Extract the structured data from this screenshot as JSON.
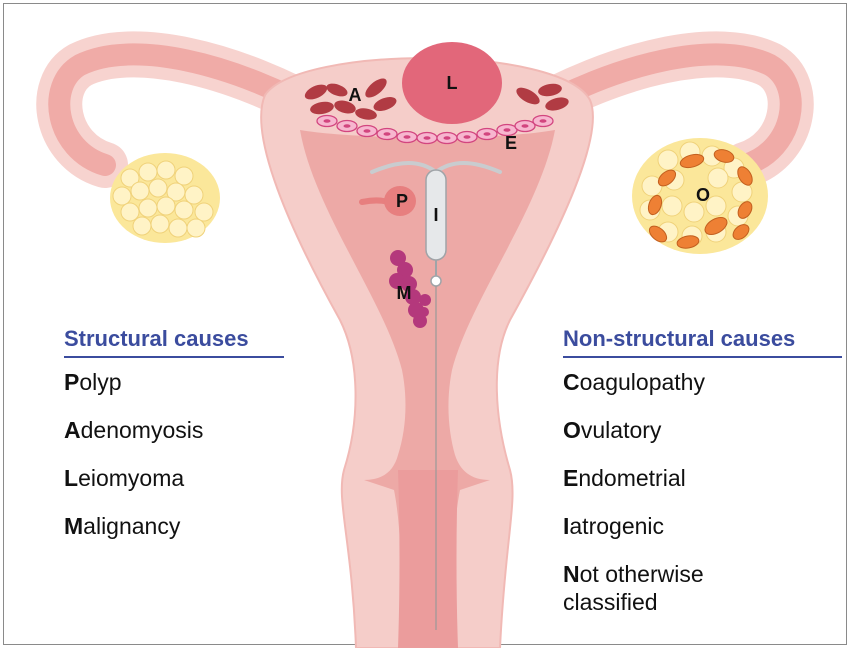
{
  "colors": {
    "heading": "#3b4c9e",
    "uterus_outer": "#f4c9c5",
    "uterus_inner": "#eba7a4",
    "leiomyoma": "#e2677a",
    "adenomyosis": "#b13b43",
    "ovary_yellow": "#fbe79a",
    "follicle_orange": "#ee8034",
    "malignancy": "#b4387c"
  },
  "diagram_labels": {
    "adenomyosis": "A",
    "leiomyoma": "L",
    "endometrial": "E",
    "polyp": "P",
    "iatrogenic": "I",
    "malignancy": "M",
    "ovulatory": "O"
  },
  "structural": {
    "title": "Structural causes",
    "items": [
      {
        "initial": "P",
        "rest": "olyp"
      },
      {
        "initial": "A",
        "rest": "denomyosis"
      },
      {
        "initial": "L",
        "rest": "eiomyoma"
      },
      {
        "initial": "M",
        "rest": "alignancy"
      }
    ]
  },
  "nonstructural": {
    "title": "Non-structural causes",
    "items": [
      {
        "initial": "C",
        "rest": "oagulopathy"
      },
      {
        "initial": "O",
        "rest": "vulatory"
      },
      {
        "initial": "E",
        "rest": "ndometrial"
      },
      {
        "initial": "I",
        "rest": "atrogenic"
      },
      {
        "initial": "N",
        "rest": "ot otherwise",
        "rest2": "classified"
      }
    ]
  }
}
